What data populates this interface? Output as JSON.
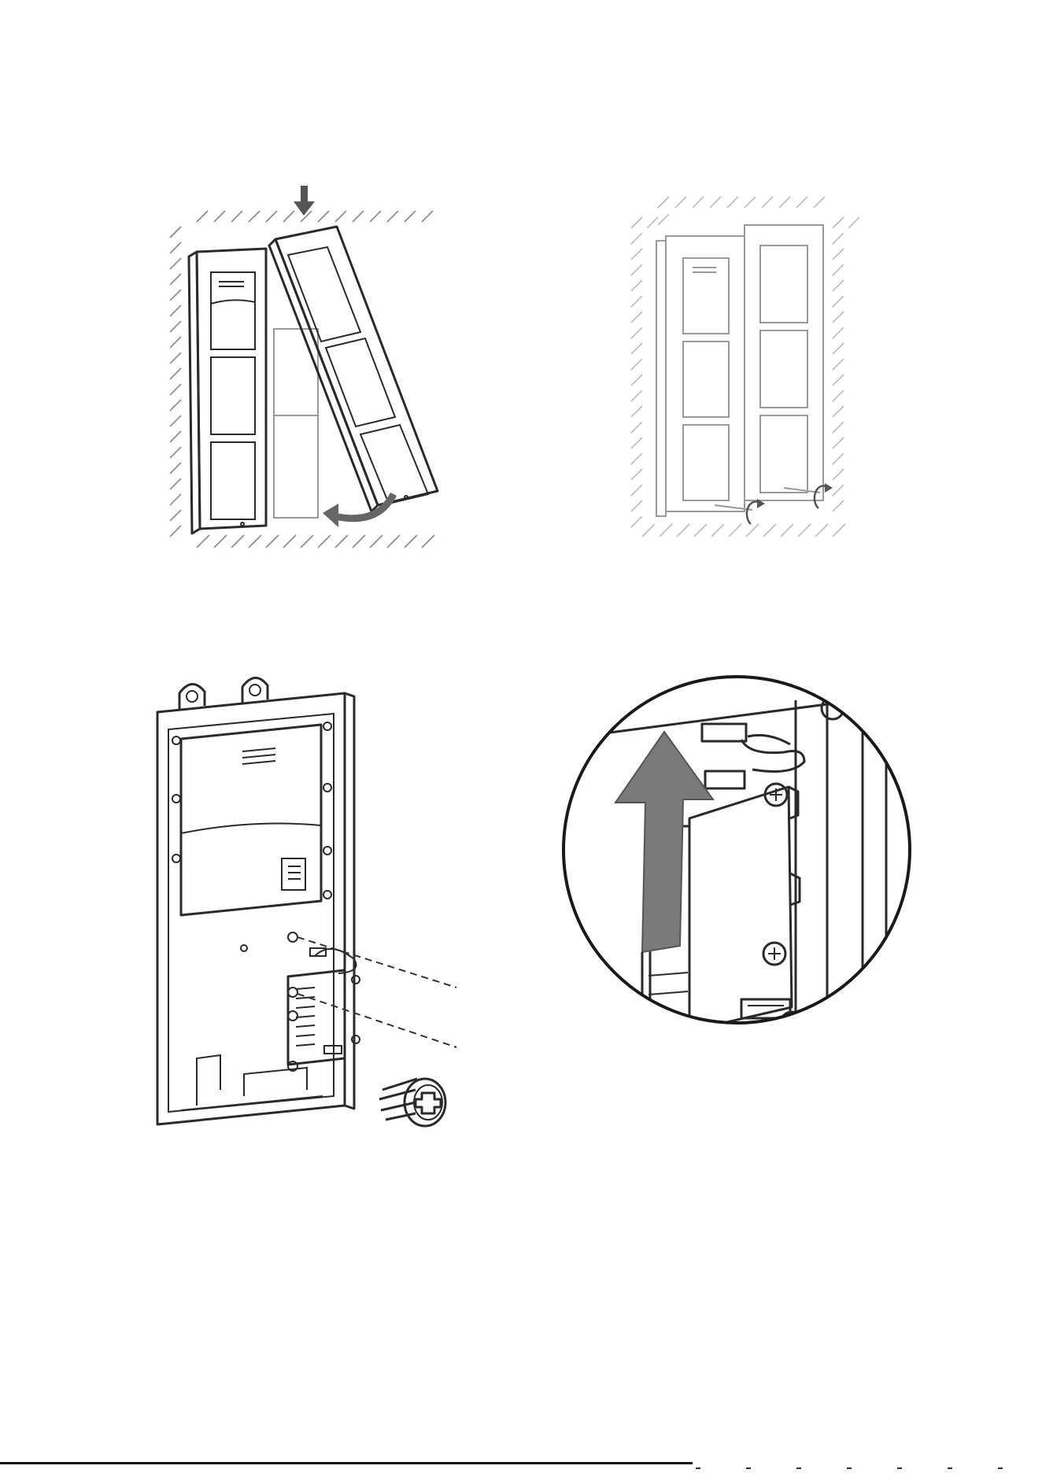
{
  "figures": [
    {
      "id": "fig-slide-frame",
      "icons": [
        "push-down-arrow-icon",
        "rotate-frame-arrow-icon"
      ]
    },
    {
      "id": "fig-frames-screwed",
      "icons": [
        "screw-rotate-icon",
        "screw-rotate-icon"
      ]
    },
    {
      "id": "fig-module-mounting",
      "icons": [
        "screw-icon"
      ]
    },
    {
      "id": "fig-detail-connector",
      "icons": [
        "lift-arrow-icon"
      ]
    }
  ],
  "colors": {
    "line": "#2a2a2a",
    "arrow": "#7a7a7a",
    "hatch": "#8a8a8a",
    "light_line": "#9a9a9a"
  }
}
